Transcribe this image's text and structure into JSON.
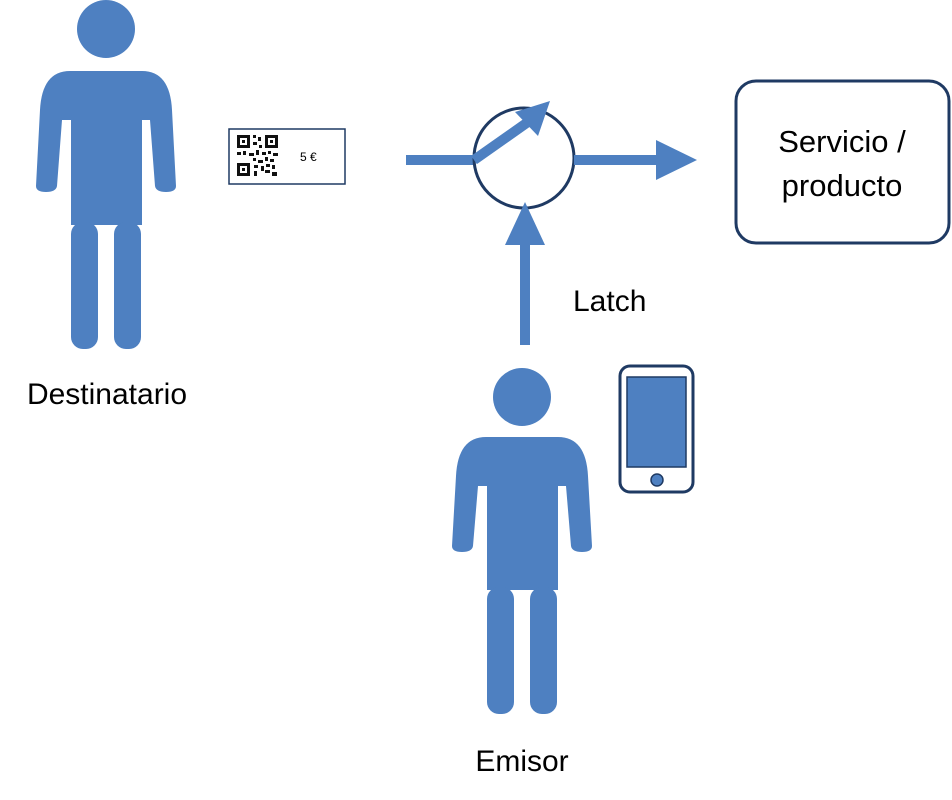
{
  "colors": {
    "accent": "#4e80c1",
    "stroke_dark": "#1f3a63",
    "text": "#000000",
    "background": "#ffffff"
  },
  "ticket": {
    "amount": "5 €",
    "code_icon": "qr-code-icon"
  },
  "destination_box": {
    "line1": "Servicio /",
    "line2": "producto"
  },
  "control": {
    "label": "Latch",
    "icon": "switch-icon"
  },
  "people": {
    "recipient": {
      "label": "Destinatario",
      "icon": "person-icon"
    },
    "sender": {
      "label": "Emisor",
      "icon": "person-icon"
    }
  },
  "device": {
    "icon": "smartphone-icon"
  }
}
